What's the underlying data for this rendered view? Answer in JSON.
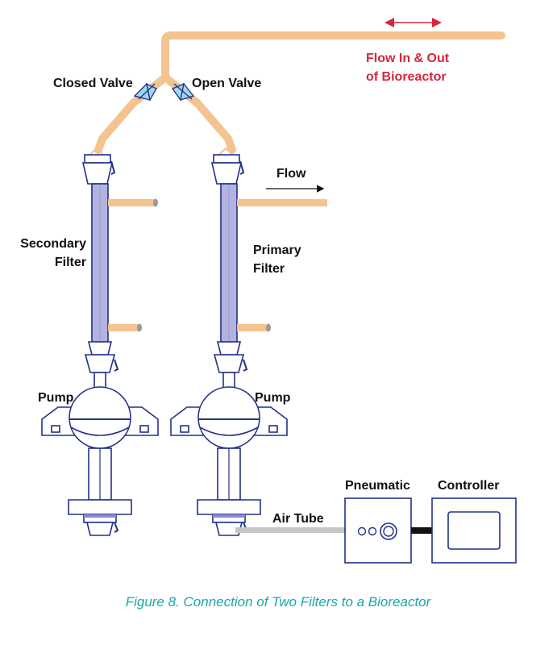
{
  "labels": {
    "closed_valve": "Closed Valve",
    "open_valve": "Open Valve",
    "flow_in_out_line1": "Flow In & Out",
    "flow_in_out_line2": "of Bioreactor",
    "flow": "Flow",
    "secondary_filter_line1": "Secondary",
    "secondary_filter_line2": "Filter",
    "primary_filter_line1": "Primary",
    "primary_filter_line2": "Filter",
    "pump_left": "Pump",
    "pump_right": "Pump",
    "pneumatic": "Pneumatic",
    "controller": "Controller",
    "air_tube": "Air Tube"
  },
  "caption": "Figure 8. Connection of Two Filters to a Bioreactor",
  "colors": {
    "tube": "#f3c48f",
    "equipment_outline": "#22308a",
    "filter_fill": "#b3b3df",
    "valve": "#9fd7ee",
    "accent_red": "#d7263d",
    "caption": "#1aa7a7",
    "air_tube": "#c6c6c6"
  }
}
